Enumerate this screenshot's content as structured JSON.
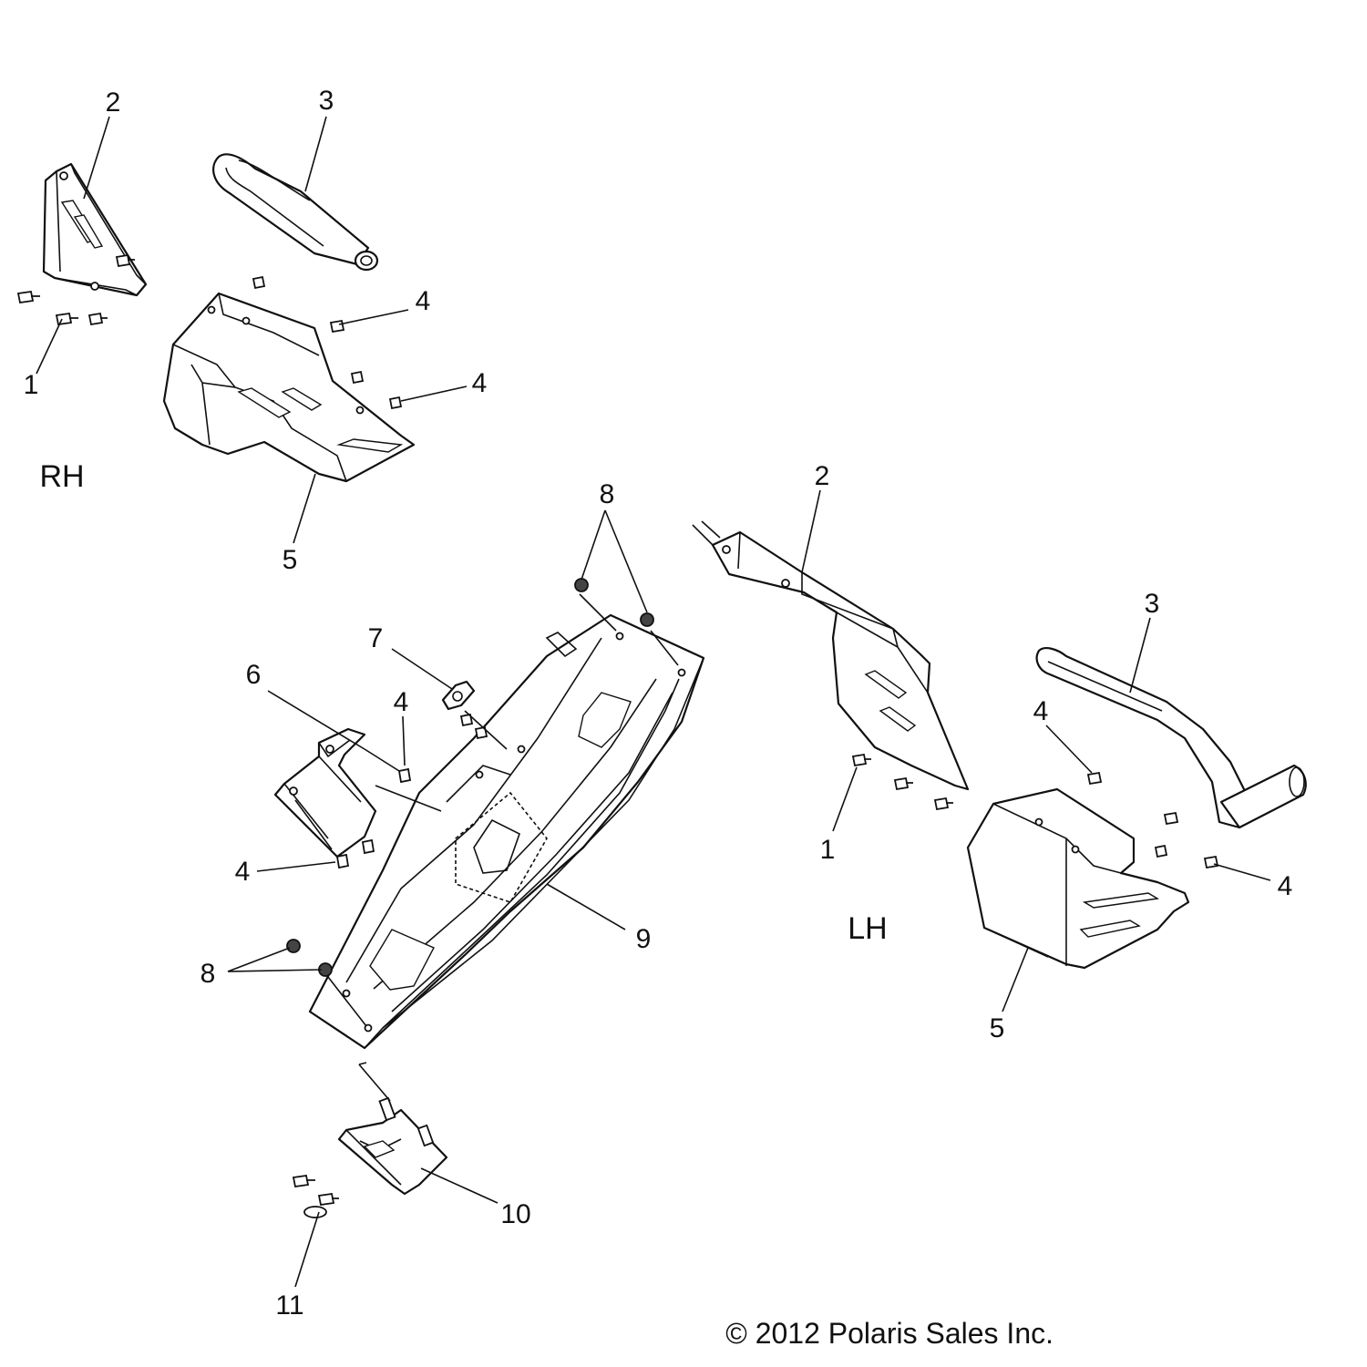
{
  "diagram": {
    "side_labels": {
      "rh": "RH",
      "lh": "LH"
    },
    "copyright": "© 2012 Polaris Sales Inc.",
    "callouts": [
      {
        "id": "rh-1",
        "number": "1"
      },
      {
        "id": "rh-2",
        "number": "2"
      },
      {
        "id": "rh-3",
        "number": "3"
      },
      {
        "id": "rh-4a",
        "number": "4"
      },
      {
        "id": "rh-4b",
        "number": "4"
      },
      {
        "id": "rh-5",
        "number": "5"
      },
      {
        "id": "c-8top",
        "number": "8"
      },
      {
        "id": "c-7",
        "number": "7"
      },
      {
        "id": "c-6",
        "number": "6"
      },
      {
        "id": "c-4a",
        "number": "4"
      },
      {
        "id": "c-4b",
        "number": "4"
      },
      {
        "id": "c-8bot",
        "number": "8"
      },
      {
        "id": "c-9",
        "number": "9"
      },
      {
        "id": "c-10",
        "number": "10"
      },
      {
        "id": "c-11",
        "number": "11"
      },
      {
        "id": "lh-2",
        "number": "2"
      },
      {
        "id": "lh-3",
        "number": "3"
      },
      {
        "id": "lh-4a",
        "number": "4"
      },
      {
        "id": "lh-4b",
        "number": "4"
      },
      {
        "id": "lh-1",
        "number": "1"
      },
      {
        "id": "lh-5",
        "number": "5"
      }
    ]
  }
}
